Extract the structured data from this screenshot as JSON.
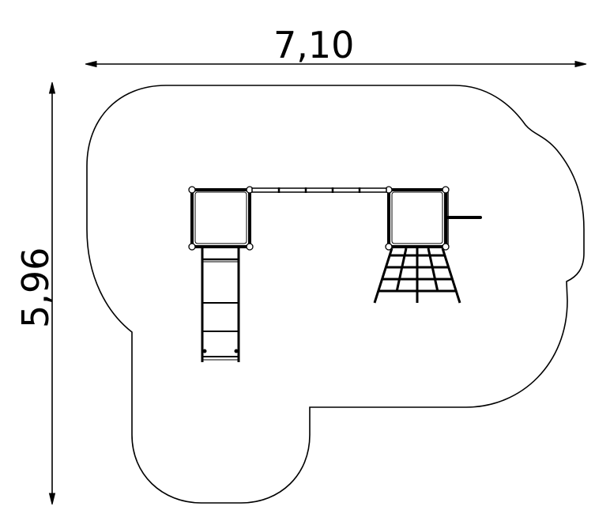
{
  "dimensions": {
    "width_label": "7,10",
    "height_label": "5,96"
  },
  "components": {
    "towers": [
      "tower-left",
      "tower-right"
    ],
    "bridge_segments": 5,
    "slide_rungs": 3,
    "climbing_net_rows": 4
  },
  "colors": {
    "line": "#000000",
    "background": "#ffffff"
  }
}
